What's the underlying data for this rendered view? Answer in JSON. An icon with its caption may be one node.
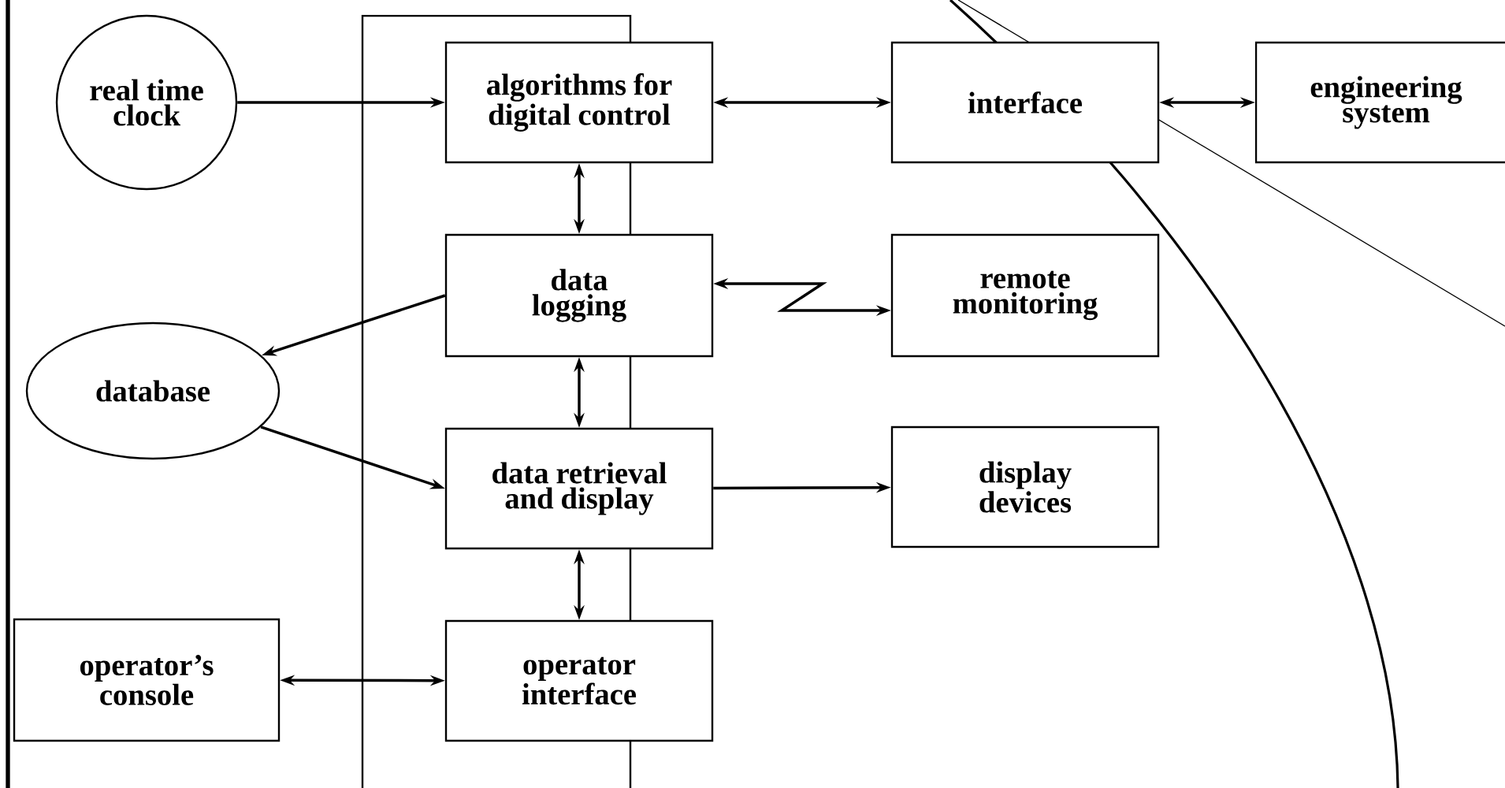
{
  "diagram": {
    "nodes": [
      {
        "text": [
          "real time clock"
        ]
      },
      {
        "text": [
          "algorithms for digital control"
        ]
      },
      {
        "text": [
          "interface"
        ]
      },
      {
        "text": [
          "engineering system"
        ]
      },
      {
        "text": [
          "data logging"
        ]
      },
      {
        "text": [
          "remote monitoring"
        ]
      },
      {
        "text": [
          "database"
        ]
      },
      {
        "text": [
          "data retrieval and display"
        ]
      },
      {
        "text": [
          "display devices"
        ]
      },
      {
        "text": [
          "operator’s console"
        ]
      },
      {
        "text": [
          "operator interface"
        ]
      }
    ],
    "edges": [
      {
        "from": 0,
        "to": 1,
        "arrow": "to"
      },
      {
        "from": 1,
        "to": 2,
        "arrow": "both"
      },
      {
        "from": 2,
        "to": 3,
        "arrow": "both"
      },
      {
        "from": 1,
        "to": 4,
        "arrow": "both"
      },
      {
        "from": 4,
        "to": 5,
        "arrow": "both"
      },
      {
        "from": 4,
        "to": 6,
        "arrow": "to"
      },
      {
        "from": 4,
        "to": 7,
        "arrow": "both"
      },
      {
        "from": 6,
        "to": 7,
        "arrow": "to"
      },
      {
        "from": 7,
        "to": 8,
        "arrow": "to"
      },
      {
        "from": 7,
        "to": 10,
        "arrow": "both"
      },
      {
        "from": 9,
        "to": 10,
        "arrow": "both"
      }
    ]
  }
}
